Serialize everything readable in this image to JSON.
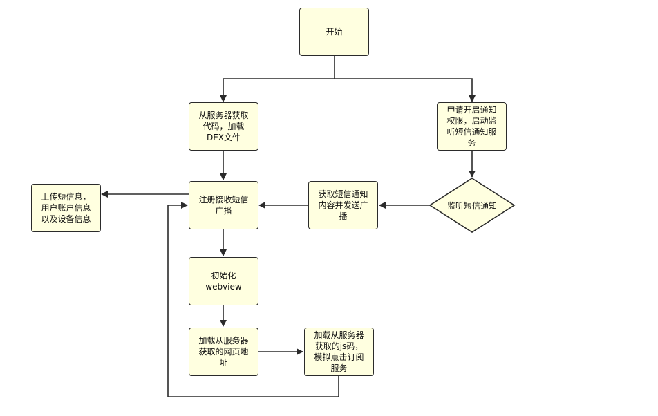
{
  "diagram": {
    "nodes": {
      "start": "开始",
      "fetch_dex": "从服务器获取\n代码，加载\nDEX文件",
      "request_perm": "申请开启通知\n权限，启动监\n听短信通知服\n务",
      "listen_sms": "监听短信通知",
      "get_sms": "获取短信通知\n内容并发送广\n播",
      "register": "注册接收短信\n广播",
      "upload": "上传短信息，\n用户账户信息\n以及设备信息",
      "init_webview": "初始化\nwebview",
      "load_url": "加载从服务器\n获取的网页地\n址",
      "load_js": "加载从服务器\n获取的js码，\n模拟点击订阅\n服务"
    },
    "colors": {
      "node_fill": "#ffffe0",
      "stroke": "#2b2b2b"
    }
  }
}
